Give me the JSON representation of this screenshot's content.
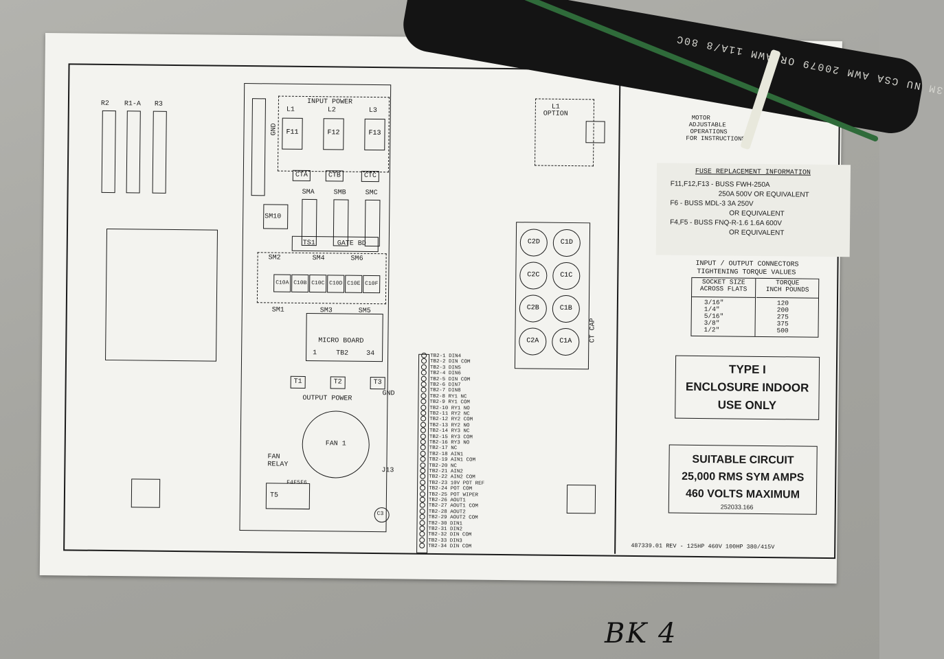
{
  "cable_print": "3M NU CSA AWM 20079 OR AWM 11A/8 80C",
  "resistors": [
    "R2",
    "R1-A",
    "R3"
  ],
  "input_power": {
    "title": "INPUT POWER",
    "lines": [
      "L1",
      "L2",
      "L3"
    ],
    "fuses": [
      "F11",
      "F12",
      "F13"
    ],
    "gnd": "GND",
    "cts": [
      "CTA",
      "CTB",
      "CTC"
    ],
    "snubbers": [
      "SMA",
      "SMB",
      "SMC"
    ],
    "sm10": "SM10"
  },
  "gate_board": {
    "ts1": "TS1",
    "title": "GATE BD",
    "top_modules": [
      "SM2",
      "SM4",
      "SM6"
    ],
    "caps": [
      "C10A",
      "C10B",
      "C10C",
      "C10D",
      "C10E",
      "C10F"
    ],
    "bottom_modules": [
      "SM1",
      "SM3",
      "SM5"
    ]
  },
  "micro_board": {
    "title": "MICRO BOARD",
    "tb2": "TB2",
    "pin_first": "1",
    "pin_last": "34"
  },
  "output_power": {
    "title": "OUTPUT POWER",
    "terminals": [
      "T1",
      "T2",
      "T3"
    ],
    "gnd": "GND",
    "fan": "FAN 1",
    "fan_relay": "FAN\nRELAY",
    "j13": "J13",
    "t5": "T5",
    "fuses_small": [
      "F4",
      "F5",
      "F6"
    ],
    "c3": "C3"
  },
  "tb2_terminals": [
    "TB2-1 DIN4",
    "TB2-2 DIN COM",
    "TB2-3 DIN5",
    "TB2-4 DIN6",
    "TB2-5 DIN COM",
    "TB2-6 DIN7",
    "TB2-7 DIN8",
    "TB2-8 RY1 NC",
    "TB2-9 RY1 COM",
    "TB2-10 RY1 NO",
    "TB2-11 RY2 NC",
    "TB2-12 RY2 COM",
    "TB2-13 RY2 NO",
    "TB2-14 RY3 NC",
    "TB2-15 RY3 COM",
    "TB2-16 RY3 NO",
    "TB2-17 NC",
    "TB2-18 AIN1",
    "TB2-19 AIN1 COM",
    "TB2-20 NC",
    "TB2-21 AIN2",
    "TB2-22 AIN2 COM",
    "TB2-23 10V POT REF",
    "TB2-24 POT COM",
    "TB2-25 POT WIPER",
    "TB2-26 AOUT1",
    "TB2-27 AOUT1 COM",
    "TB2-28 AOUT2",
    "TB2-29 AOUT2 COM",
    "TB2-30 DIN1",
    "TB2-31 DIN2",
    "TB2-32 DIN COM",
    "TB2-33 DIN3",
    "TB2-34 DIN COM"
  ],
  "l1_option": "L1\nOPTION",
  "capacitors": [
    [
      "C2D",
      "C1D"
    ],
    [
      "C2C",
      "C1C"
    ],
    [
      "C2B",
      "C1B"
    ],
    [
      "C2A",
      "C1A"
    ]
  ],
  "ct_cap": "CT CAP",
  "motor_note": [
    "MOTOR",
    "ADJUSTABLE",
    "OPERATIONS",
    "FOR INSTRUCTIONS"
  ],
  "fuse_replacement": {
    "title": "FUSE REPLACEMENT INFORMATION",
    "lines": [
      "F11,F12,F13 - BUSS FWH-250A",
      "250A  500V  OR EQUIVALENT",
      "F6 - BUSS MDL-3   3A  250V",
      "OR EQUIVALENT",
      "F4,F5 - BUSS FNQ-R-1.6   1.6A  600V",
      "OR EQUIVALENT"
    ]
  },
  "torque": {
    "title_1": "INPUT / OUTPUT CONNECTORS",
    "title_2": "TIGHTENING TORQUE VALUES",
    "col1": "SOCKET SIZE\nACROSS FLATS",
    "col2": "TORQUE\nINCH POUNDS",
    "rows": [
      [
        "3/16\"",
        "120"
      ],
      [
        "1/4\"",
        "200"
      ],
      [
        "5/16\"",
        "275"
      ],
      [
        "3/8\"",
        "375"
      ],
      [
        "1/2\"",
        "500"
      ]
    ]
  },
  "enclosure": [
    "TYPE I",
    "ENCLOSURE  INDOOR",
    "USE ONLY"
  ],
  "circuit": [
    "SUITABLE CIRCUIT",
    "25,000 RMS SYM AMPS",
    "460 VOLTS MAXIMUM"
  ],
  "circuit_code": "252033.166",
  "footer": "487339.01 REV  -    125HP  460V    100HP  380/415V",
  "handwriting": "BK   4",
  "colors": {
    "cable": "#141414",
    "green_wire": "#2f6b3a",
    "paper": "#f3f3ef",
    "ink": "#1a1a1a"
  }
}
